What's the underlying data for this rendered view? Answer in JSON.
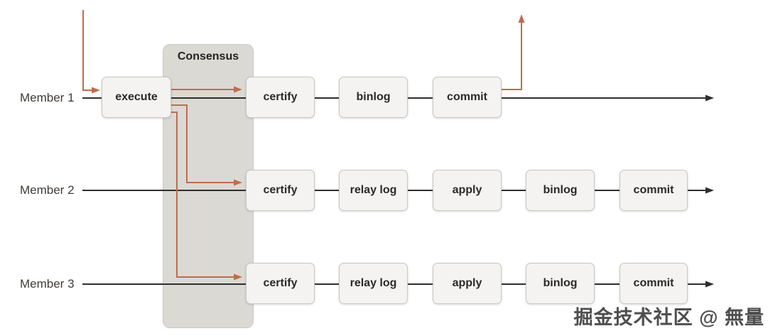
{
  "consensus": {
    "label": "Consensus"
  },
  "rows": [
    {
      "label": "Member 1",
      "nodes": [
        {
          "label": "execute"
        },
        {
          "label": "certify"
        },
        {
          "label": "binlog"
        },
        {
          "label": "commit"
        }
      ]
    },
    {
      "label": "Member 2",
      "nodes": [
        {
          "label": "certify"
        },
        {
          "label": "relay log"
        },
        {
          "label": "apply"
        },
        {
          "label": "binlog"
        },
        {
          "label": "commit"
        }
      ]
    },
    {
      "label": "Member 3",
      "nodes": [
        {
          "label": "certify"
        },
        {
          "label": "relay log"
        },
        {
          "label": "apply"
        },
        {
          "label": "binlog"
        },
        {
          "label": "commit"
        }
      ]
    }
  ],
  "watermark": {
    "text": "掘金技术社区 @ 無量"
  },
  "colors": {
    "accent": "#bf6c4f",
    "line": "#2f2f2f",
    "band": "#dbd9d4",
    "box_fill": "#f4f3f1",
    "box_border": "#c9c7c3",
    "text": "#2b2a28",
    "label_text": "#3f3c39",
    "watermark_text": "#4e4e4e"
  }
}
